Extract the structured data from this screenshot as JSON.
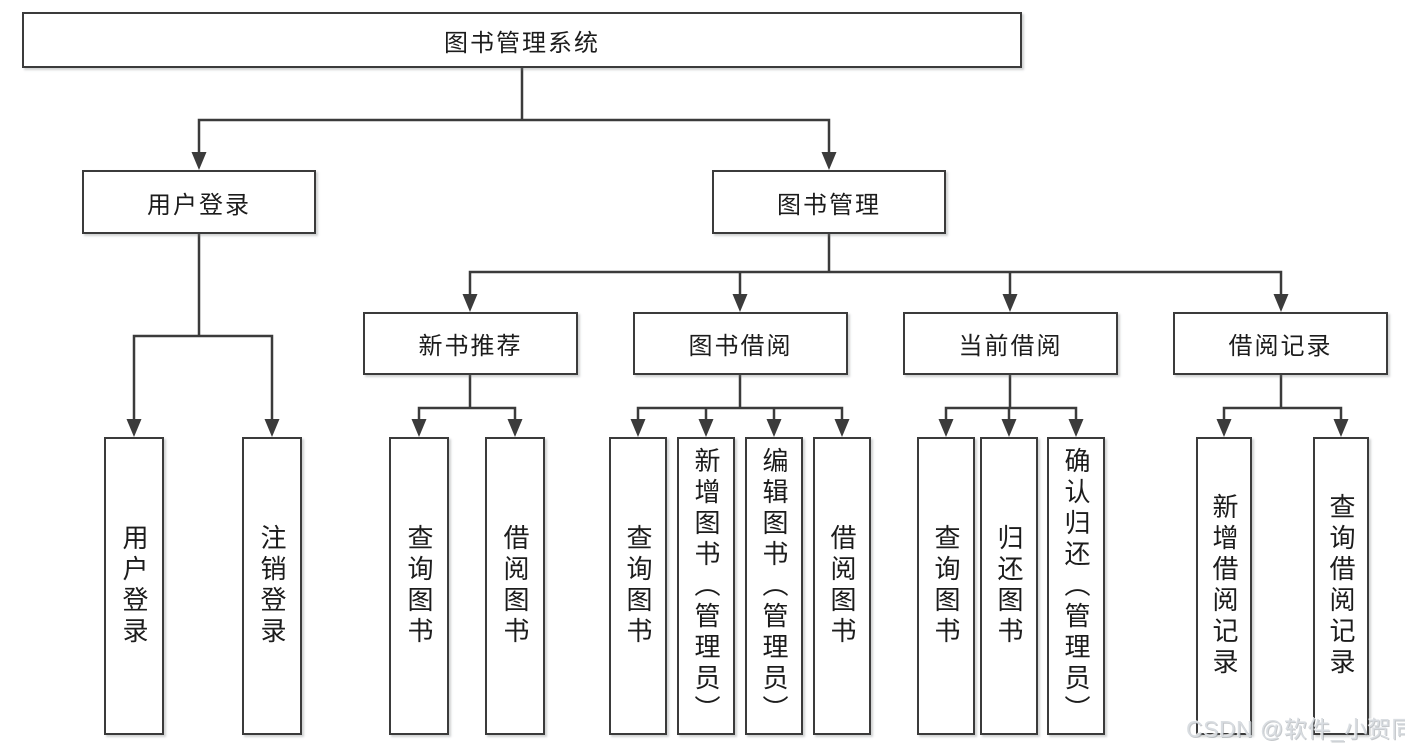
{
  "diagram_type": "hierarchy-tree",
  "colors": {
    "line": "#3b3b3b",
    "box_border": "#3b3b3b",
    "box_fill": "#ffffff",
    "text": "#1c1c1c",
    "background": "#ffffff"
  },
  "tree": {
    "label": "图书管理系统",
    "children": [
      {
        "label": "用户登录",
        "children": [
          {
            "label": "用户登录"
          },
          {
            "label": "注销登录"
          }
        ]
      },
      {
        "label": "图书管理",
        "children": [
          {
            "label": "新书推荐",
            "children": [
              {
                "label": "查询图书"
              },
              {
                "label": "借阅图书"
              }
            ]
          },
          {
            "label": "图书借阅",
            "children": [
              {
                "label": "查询图书"
              },
              {
                "label": "新增图书（管理员）"
              },
              {
                "label": "编辑图书（管理员）"
              },
              {
                "label": "借阅图书"
              }
            ]
          },
          {
            "label": "当前借阅",
            "children": [
              {
                "label": "查询图书"
              },
              {
                "label": "归还图书"
              },
              {
                "label": "确认归还（管理员）"
              }
            ]
          },
          {
            "label": "借阅记录",
            "children": [
              {
                "label": "新增借阅记录"
              },
              {
                "label": "查询借阅记录"
              }
            ]
          }
        ]
      }
    ]
  },
  "watermark": {
    "text": "CSDN @软件_小贺同学"
  }
}
